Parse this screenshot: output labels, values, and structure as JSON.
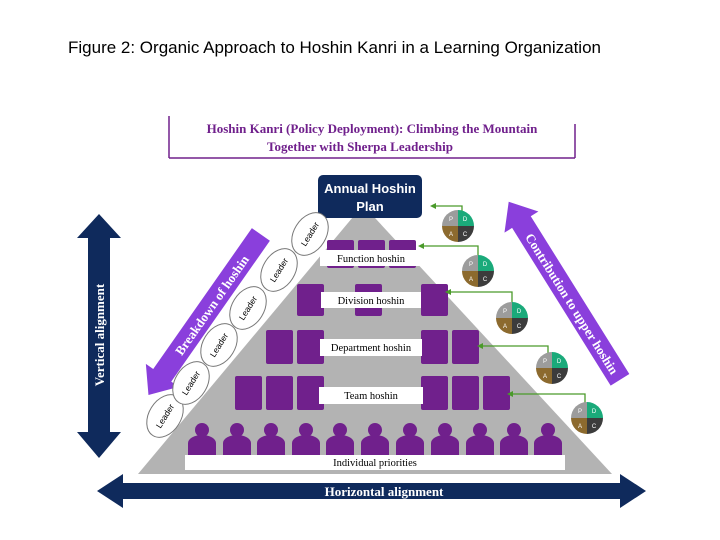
{
  "figure_title": "Figure 2:  Organic Approach to Hoshin Kanri in a Learning Organization",
  "banner": {
    "line1": "Hoshin Kanri (Policy Deployment): Climbing the Mountain",
    "line2": "Together with Sherpa Leadership"
  },
  "apex": {
    "line1": "Annual Hoshin",
    "line2": "Plan"
  },
  "levels": {
    "function": "Function hoshin",
    "division": "Division hoshin",
    "department": "Department hoshin",
    "team": "Team hoshin",
    "individual": "Individual priorities"
  },
  "arrows": {
    "breakdown": "Breakdown of hoshin",
    "contribution": "Contribution to upper hoshin",
    "vertical": "Vertical alignment",
    "horizontal": "Horizontal alignment"
  },
  "leader_label": "Leader",
  "pdca": {
    "p": "P",
    "d": "D",
    "a": "A",
    "c": "C"
  },
  "colors": {
    "navy": "#0f2a5c",
    "purple": "#70208c",
    "violet_arrow": "#8a3fdc",
    "mountain": "#b3b3b3",
    "pdca_p": "#9c9c9c",
    "pdca_d": "#1aaa7a",
    "pdca_a": "#8c6a2e",
    "pdca_c": "#3c3c3c",
    "connector": "#4a9a2a"
  }
}
